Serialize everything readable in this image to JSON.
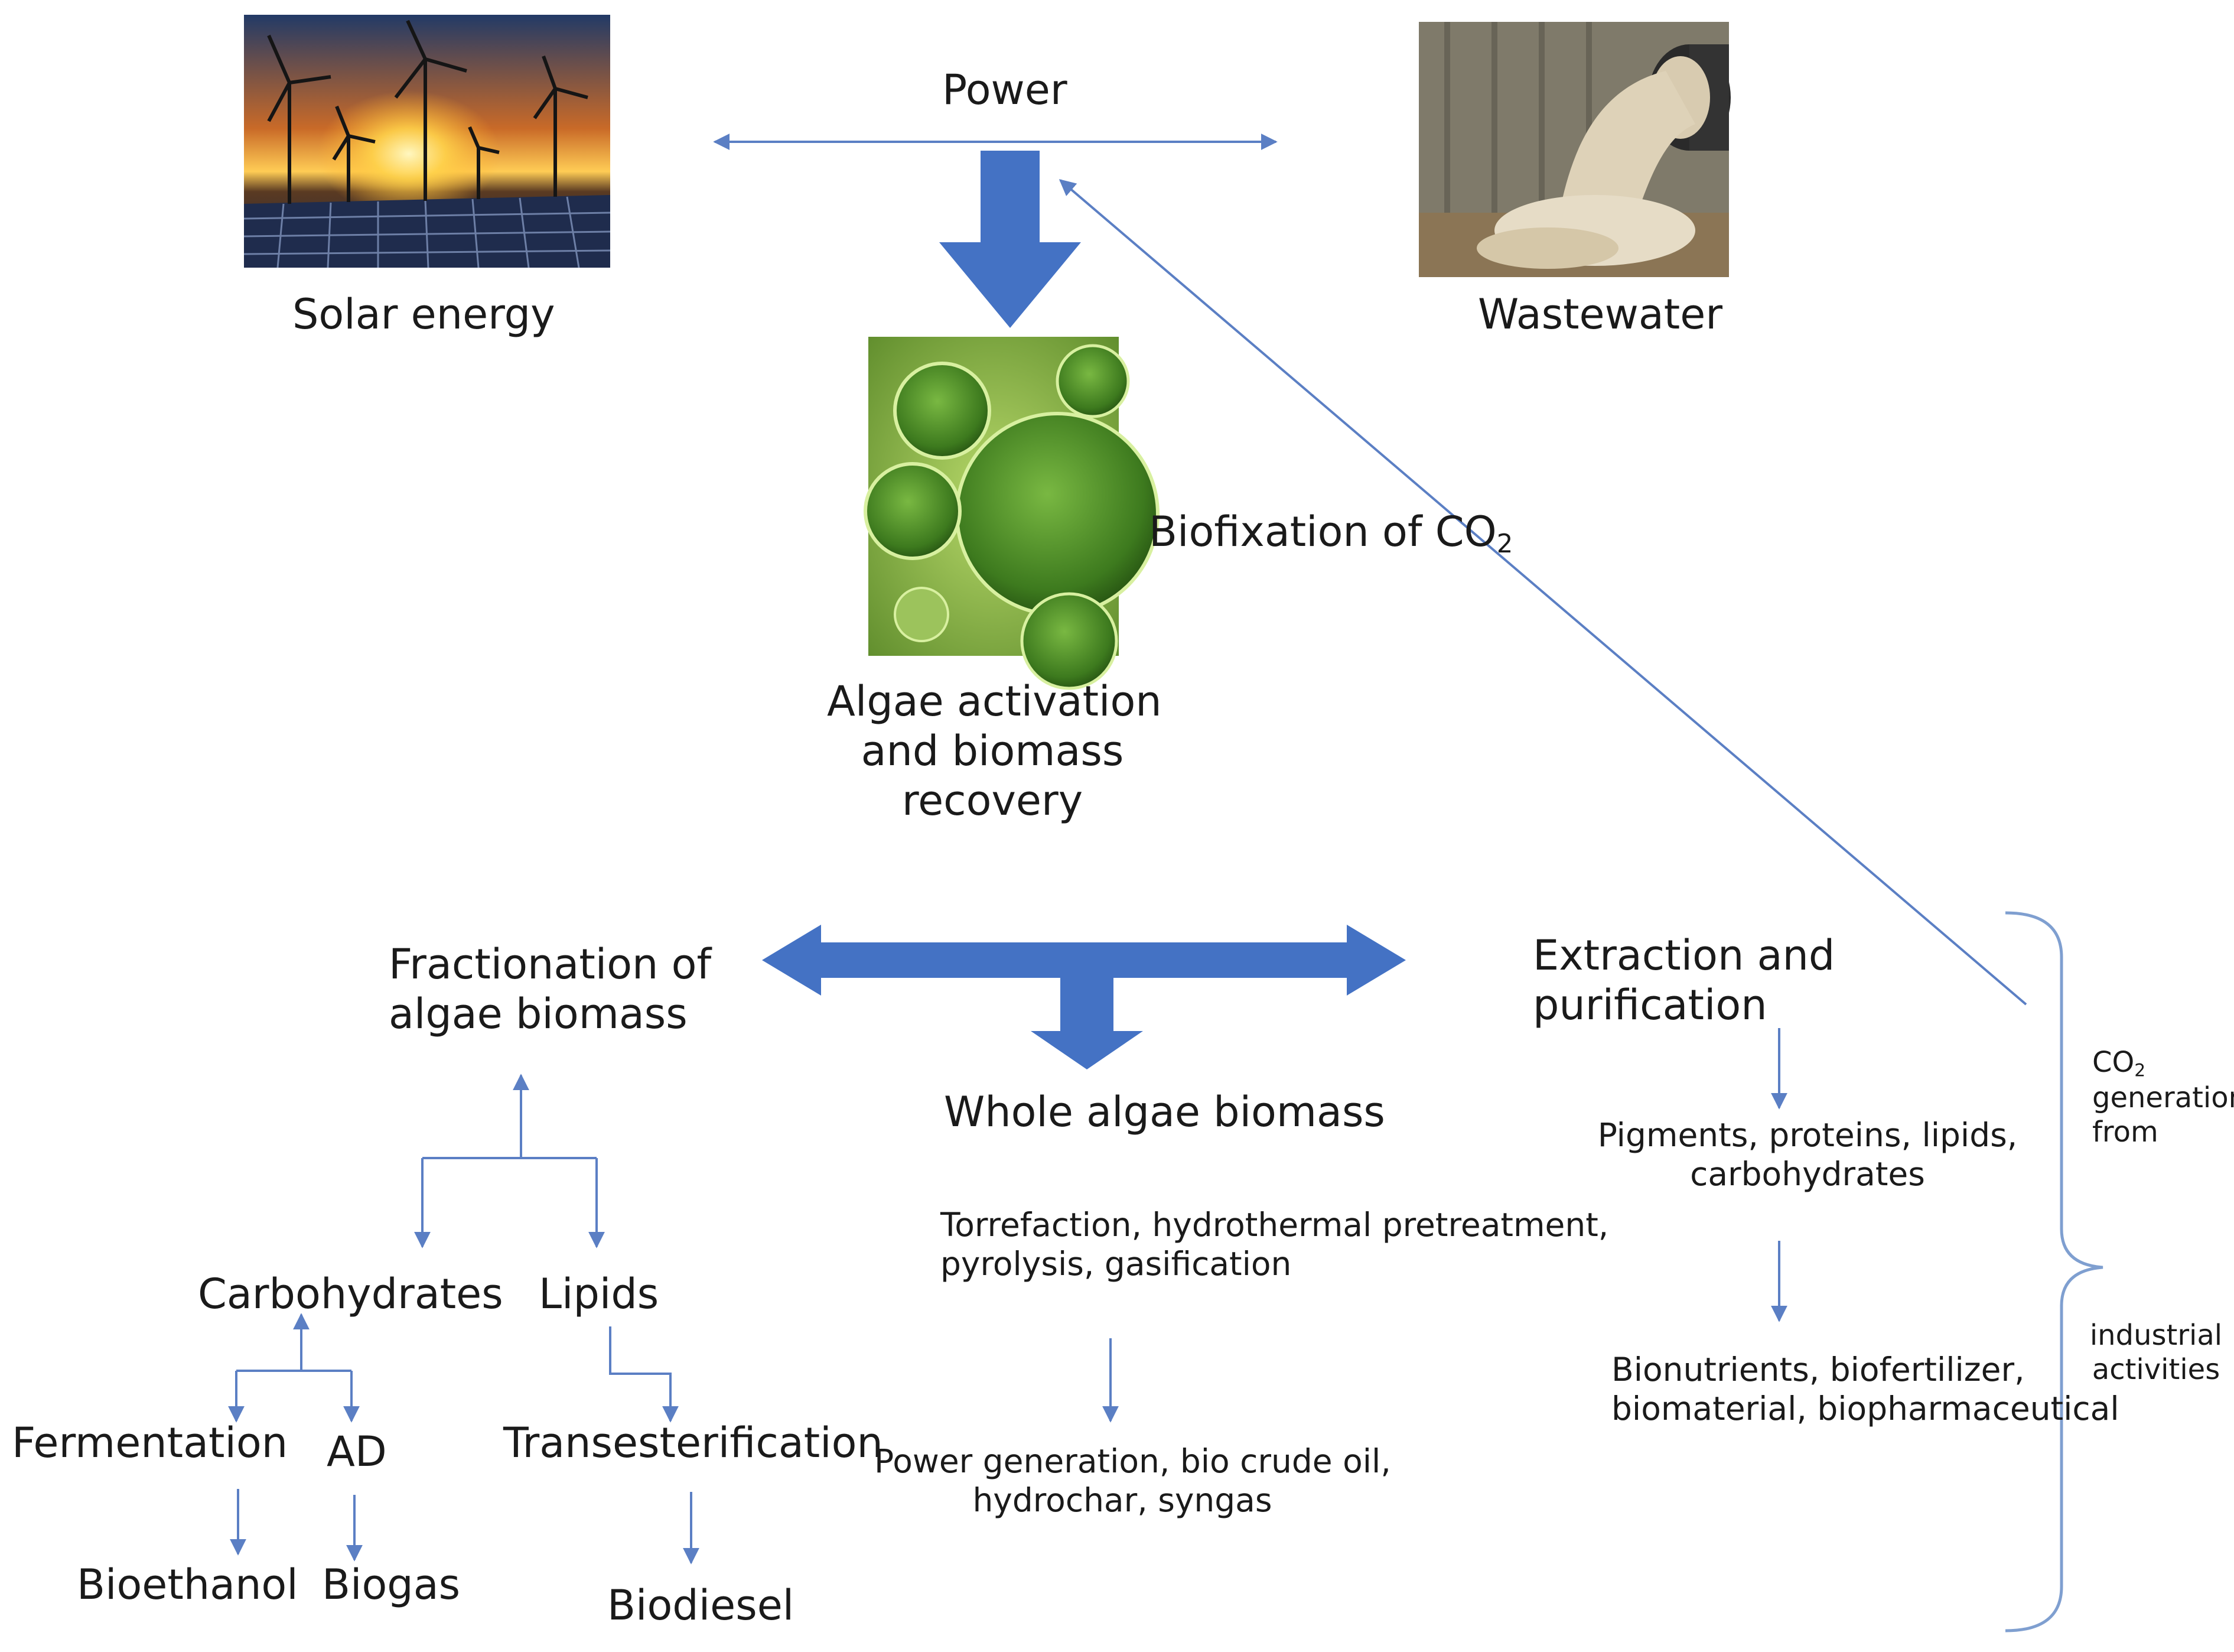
{
  "top": {
    "solar_label": "Solar energy",
    "power_label": "Power",
    "wastewater_label": "Wastewater"
  },
  "center": {
    "biofixation_prefix": "Biofixation of CO",
    "biofixation_sub": "2",
    "algae_line1": "Algae activation",
    "algae_line2": "and biomass",
    "algae_line3": "recovery"
  },
  "fractionation": {
    "title_line1": "Fractionation of",
    "title_line2": "algae biomass",
    "carbohydrates": "Carbohydrates",
    "lipids": "Lipids",
    "fermentation": "Fermentation",
    "ad": "AD",
    "transesterification": "Transesterification",
    "bioethanol": "Bioethanol",
    "biogas": "Biogas",
    "biodiesel": "Biodiesel"
  },
  "whole": {
    "title": "Whole algae biomass",
    "process_line1": "Torrefaction, hydrothermal pretreatment,",
    "process_line2": "pyrolysis, gasification",
    "products_line1": "Power generation, bio crude oil,",
    "products_line2": "hydrochar, syngas"
  },
  "extraction": {
    "title_line1": "Extraction and",
    "title_line2": "purification",
    "step1_line1": "Pigments, proteins, lipids,",
    "step1_line2": "carbohydrates",
    "step2_line1": "Bionutrients, biofertilizer,",
    "step2_line2": "biomaterial, biopharmaceutical"
  },
  "co2_note": {
    "line1_prefix": "CO",
    "line1_sub": "2",
    "line2": "generation",
    "line3": "from",
    "line4": "industrial",
    "line5": "activities"
  },
  "colors": {
    "big_arrow": "#4472c4",
    "thin_arrow": "#5b7fc4",
    "bracket": "#7f9fd0",
    "text": "#1a1a1a"
  },
  "icons": {
    "solar": "solar-wind-photo",
    "wastewater": "wastewater-pipe-photo",
    "algae": "algae-microscope-photo"
  }
}
